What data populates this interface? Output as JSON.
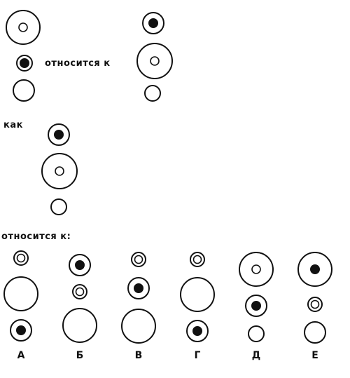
{
  "labels": {
    "relates_to": "относится к",
    "as": "как",
    "relates_to_colon": "относится к:"
  },
  "options": [
    "А",
    "Б",
    "В",
    "Г",
    "Д",
    "Е"
  ],
  "colors": {
    "ink": "#111111",
    "paper": "#ffffff"
  }
}
